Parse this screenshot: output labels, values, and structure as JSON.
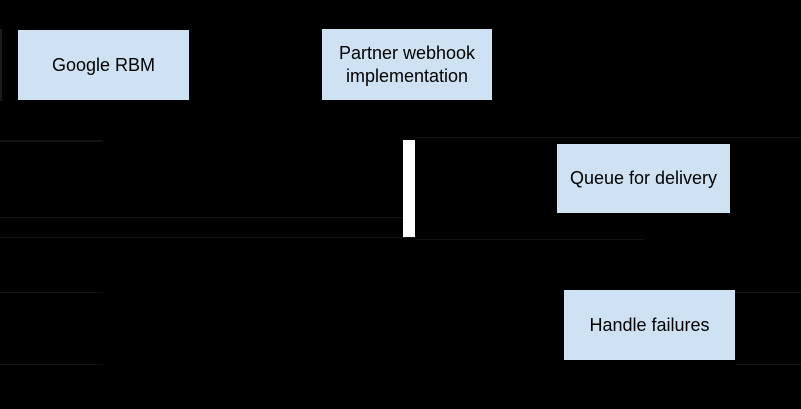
{
  "diagram": {
    "type": "sequence-flow",
    "background_color": "#000000",
    "node_fill_color": "#cfe2f3",
    "node_text_color": "#000000",
    "activation_bar_color": "#ffffff",
    "nodes": [
      {
        "id": "google-rbm",
        "label": "Google RBM"
      },
      {
        "id": "partner-webhook-implementation",
        "label": "Partner webhook implementation"
      },
      {
        "id": "queue-for-delivery",
        "label": "Queue for delivery"
      },
      {
        "id": "handle-failures",
        "label": "Handle failures"
      }
    ]
  }
}
